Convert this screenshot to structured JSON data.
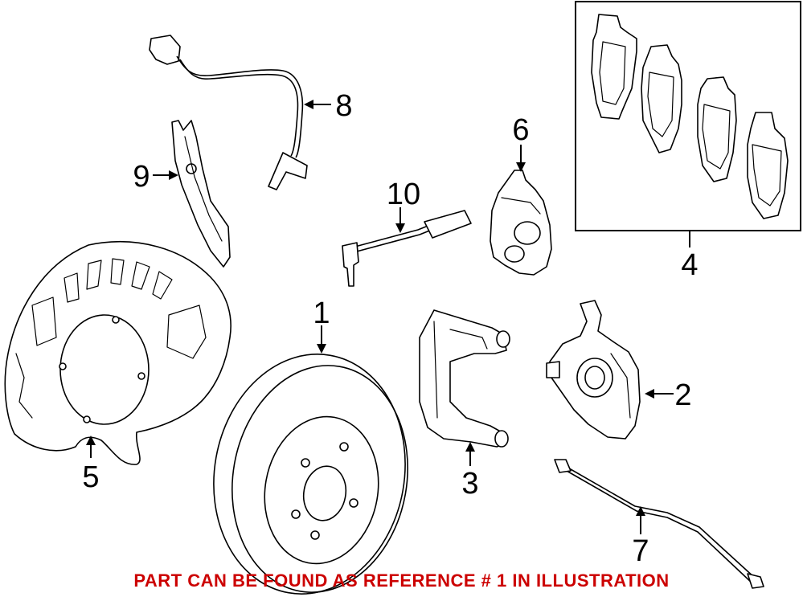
{
  "callouts": {
    "c1": "1",
    "c2": "2",
    "c3": "3",
    "c4": "4",
    "c5": "5",
    "c6": "6",
    "c7": "7",
    "c8": "8",
    "c9": "9",
    "c10": "10"
  },
  "caption": "PART CAN BE FOUND AS REFERENCE # 1 IN ILLUSTRATION",
  "colors": {
    "caption": "#cc0000",
    "line": "#000000",
    "background": "#ffffff"
  }
}
